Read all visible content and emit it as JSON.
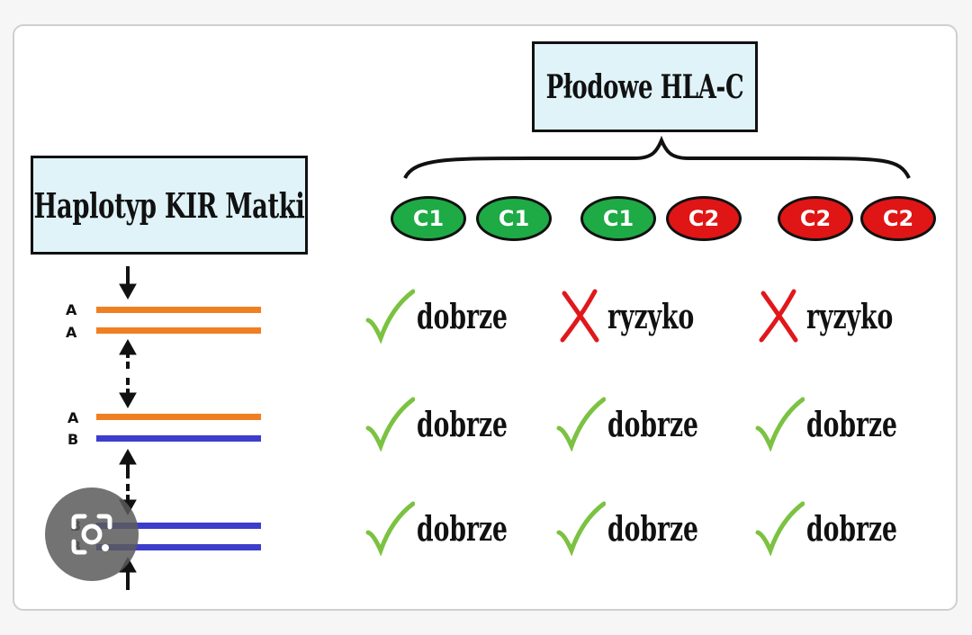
{
  "diagram": {
    "fetal_box": {
      "title": "Płodowe HLA-C"
    },
    "maternal_box": {
      "title": "Haplotyp KIR Matki"
    },
    "alleles": [
      {
        "label": "C1",
        "color": "#1eaa45"
      },
      {
        "label": "C1",
        "color": "#1eaa45"
      },
      {
        "label": "C1",
        "color": "#1eaa45"
      },
      {
        "label": "C2",
        "color": "#e01515"
      },
      {
        "label": "C2",
        "color": "#e01515"
      },
      {
        "label": "C2",
        "color": "#e01515"
      }
    ],
    "haplotypes": [
      {
        "top": "A",
        "bottom": "A"
      },
      {
        "top": "A",
        "bottom": "B"
      },
      {
        "top": "B",
        "bottom": "B"
      }
    ],
    "outcomes": [
      [
        {
          "mark": "check",
          "text": "dobrze"
        },
        {
          "mark": "cross",
          "text": "ryzyko"
        },
        {
          "mark": "cross",
          "text": "ryzyko"
        }
      ],
      [
        {
          "mark": "check",
          "text": "dobrze"
        },
        {
          "mark": "check",
          "text": "dobrze"
        },
        {
          "mark": "check",
          "text": "dobrze"
        }
      ],
      [
        {
          "mark": "check",
          "text": "dobrze"
        },
        {
          "mark": "check",
          "text": "dobrze"
        },
        {
          "mark": "check",
          "text": "dobrze"
        }
      ]
    ],
    "colors": {
      "check": "#7cc242",
      "cross": "#e0181b",
      "kir_a": "#f07f22",
      "kir_b": "#3d3dcc"
    }
  },
  "overlay": {
    "icon": "lens-search-icon"
  }
}
